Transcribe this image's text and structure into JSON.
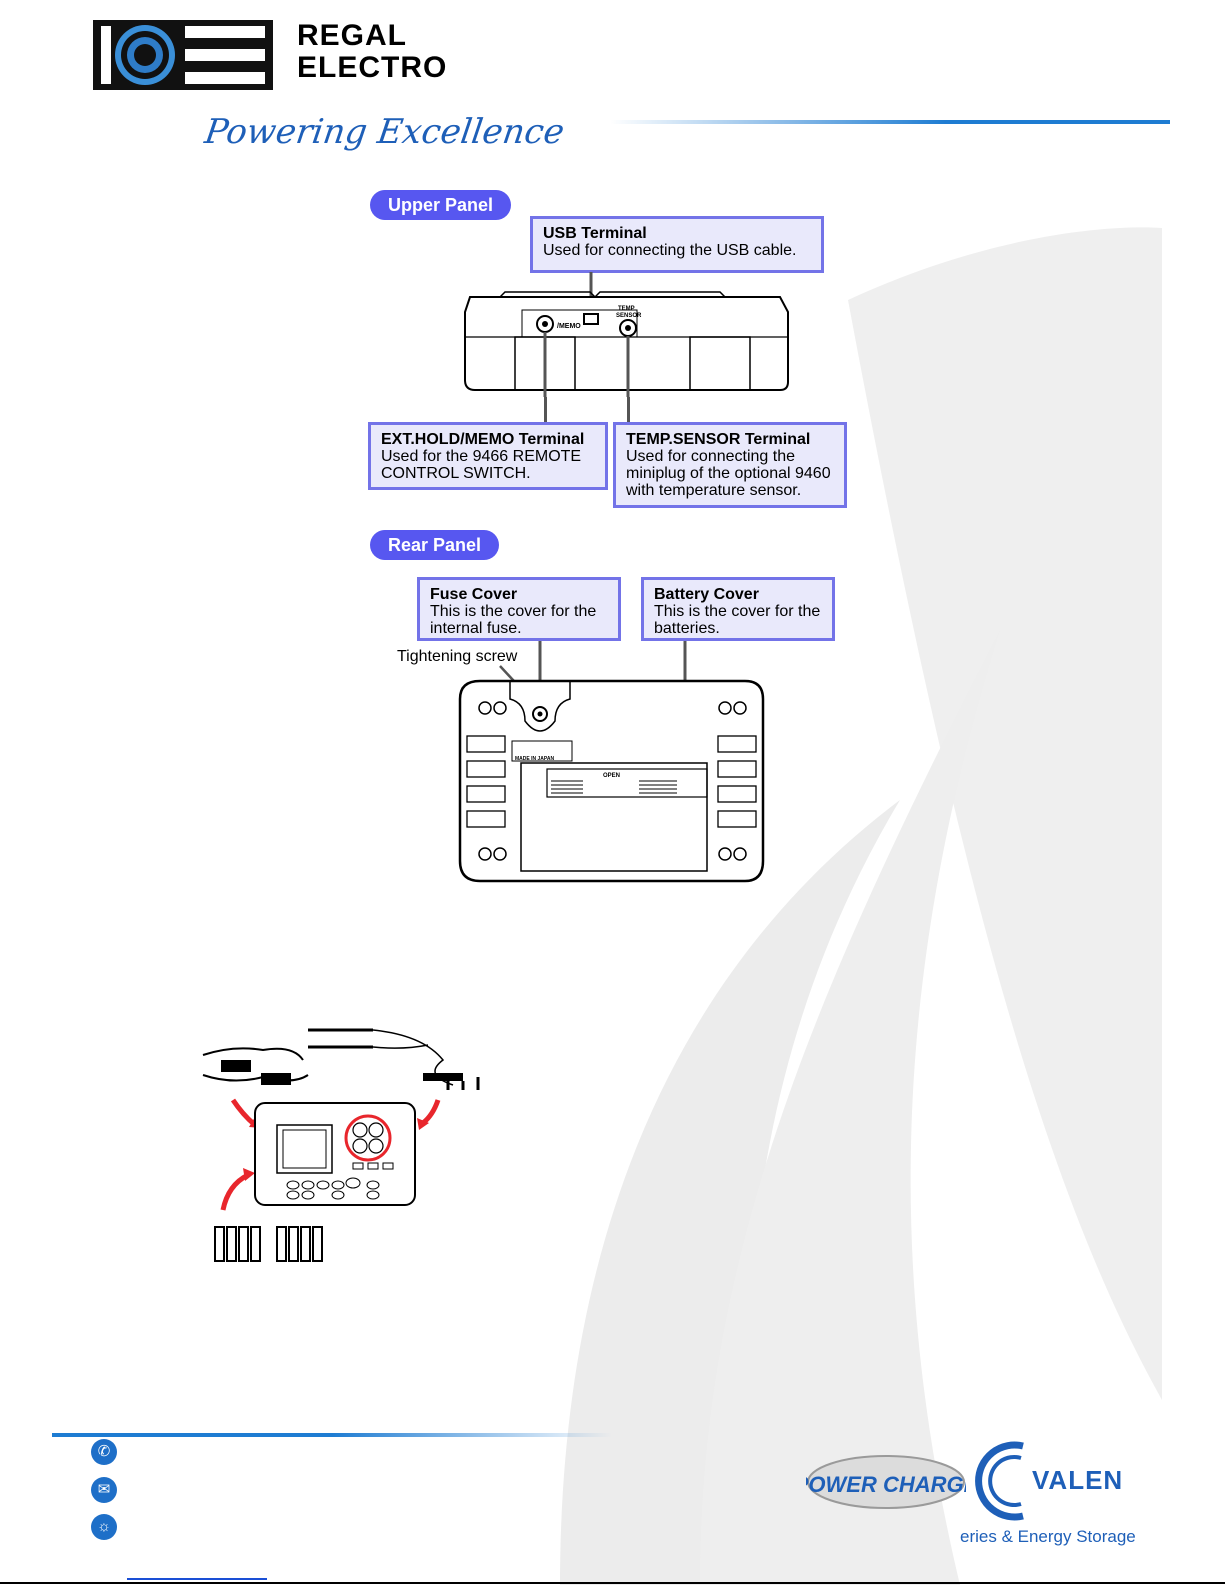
{
  "header": {
    "brand_line1": "REGAL",
    "brand_line2": "ELECTRO",
    "tagline": "Powering Excellence"
  },
  "upper_panel": {
    "pill": "Upper Panel",
    "usb": {
      "title": "USB Terminal",
      "desc": "Used for connecting the USB cable."
    },
    "ext_hold": {
      "title": "EXT.HOLD/MEMO Terminal",
      "desc": "Used for the 9466 REMOTE\nCONTROL SWITCH."
    },
    "temp_sensor": {
      "title": "TEMP.SENSOR Terminal",
      "desc": "Used for connecting the\nminiplug of the optional 9460\nwith temperature sensor."
    },
    "device_labels": {
      "memo": "/MEMO",
      "temp": "TEMP\nSENSOR"
    }
  },
  "rear_panel": {
    "pill": "Rear Panel",
    "fuse": {
      "title": "Fuse Cover",
      "desc": "This is the cover for the\ninternal fuse."
    },
    "battery": {
      "title": "Battery Cover",
      "desc": "This is the cover for the\nbatteries."
    },
    "screw_note": "Tightening screw",
    "device_labels": {
      "made_in": "MADE IN JAPAN",
      "open": "OPEN"
    }
  },
  "footer": {
    "brand_power": "POWER CHARGE",
    "brand_valen": "VALEN",
    "valen_sub": "eries & Energy Storage"
  },
  "colors": {
    "accent": "#5757f0",
    "callout_border": "#7373e8",
    "callout_fill": "#e9e9fb",
    "brand_blue": "#1e5fb8"
  },
  "icons": [
    "phone-icon",
    "mail-icon",
    "globe-icon"
  ]
}
